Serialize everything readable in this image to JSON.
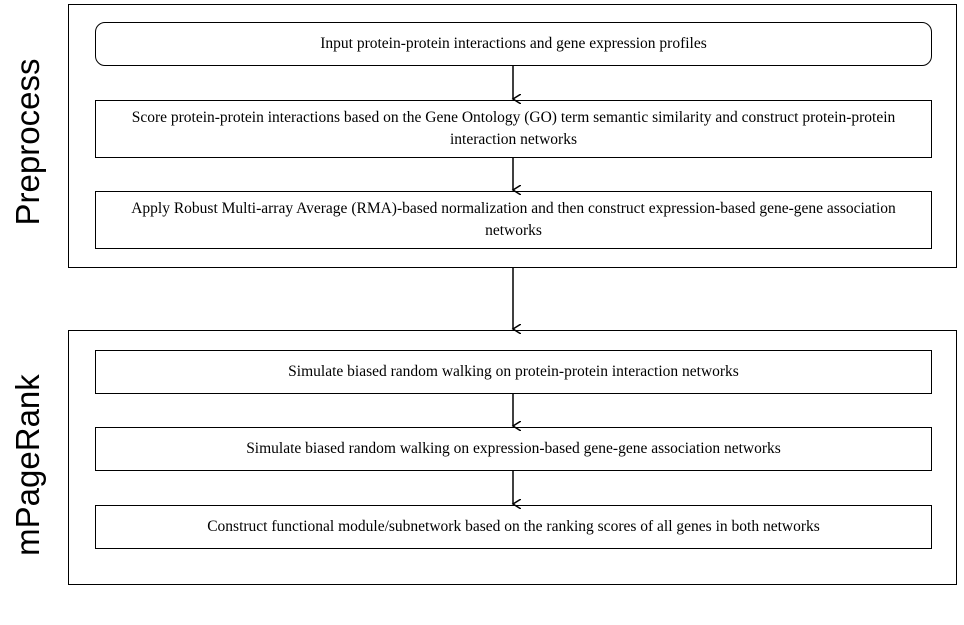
{
  "labels": {
    "preprocess": "Preprocess",
    "mpagerank": "mPageRank"
  },
  "preprocess_steps": [
    "Input protein-protein interactions and gene expression profiles",
    "Score protein-protein interactions based on the Gene Ontology (GO) term semantic similarity and construct protein-protein interaction networks",
    "Apply Robust Multi-array Average (RMA)-based normalization and then construct expression-based gene-gene association networks"
  ],
  "mpagerank_steps": [
    "Simulate biased random walking on protein-protein interaction networks",
    "Simulate biased random walking on expression-based gene-gene association networks",
    "Construct functional module/subnetwork based on the ranking scores of all genes in both networks"
  ]
}
